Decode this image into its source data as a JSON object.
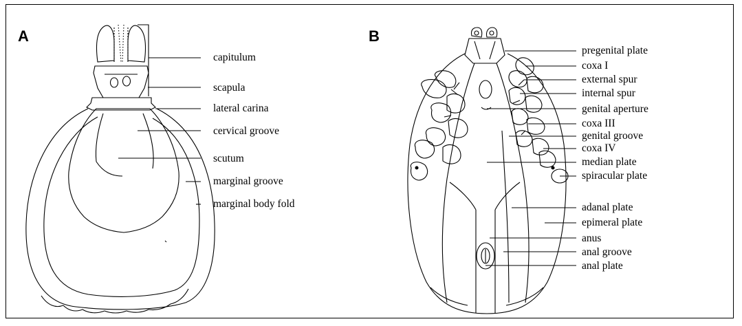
{
  "panels": {
    "a": {
      "letter": "A",
      "labels": [
        "capitulum",
        "scapula",
        "lateral carina",
        "cervical groove",
        "scutum",
        "marginal groove",
        "marginal body fold"
      ]
    },
    "b": {
      "letter": "B",
      "labels": [
        "pregenital plate",
        "coxa I",
        "external spur",
        "internal spur",
        "genital aperture",
        "coxa III",
        "genital groove",
        "coxa IV",
        "median plate",
        "spiracular plate",
        "adanal plate",
        "epimeral plate",
        "anus",
        "anal groove",
        "anal plate"
      ]
    }
  }
}
